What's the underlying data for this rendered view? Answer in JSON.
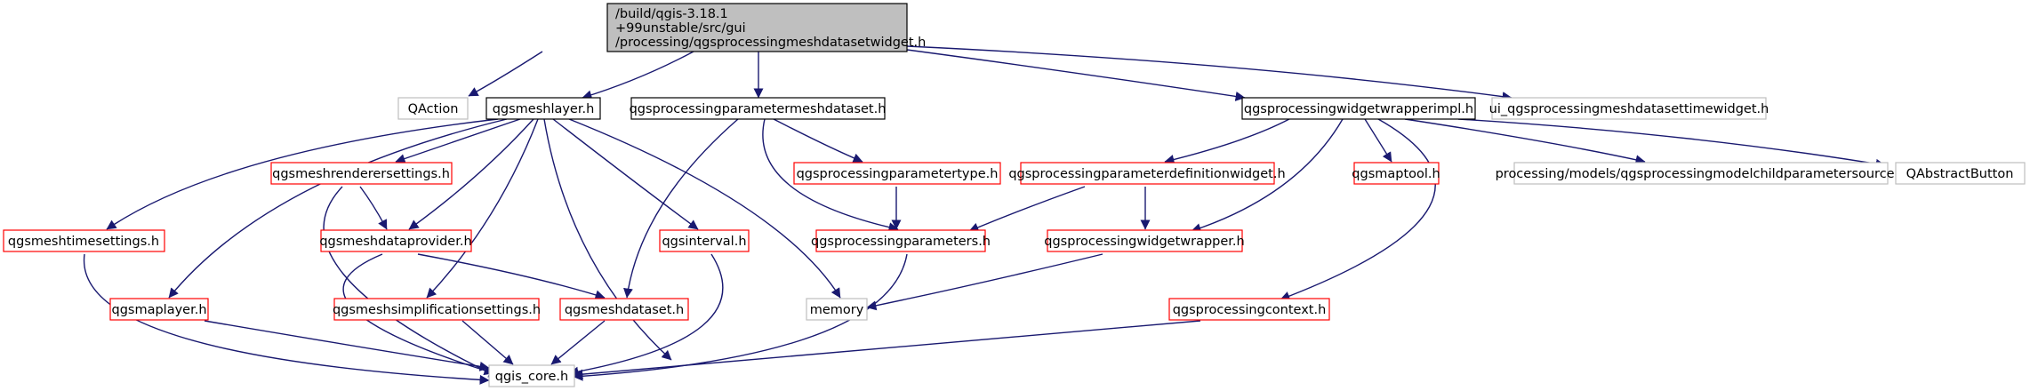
{
  "diagram": {
    "root_lines": [
      "/build/qgis-3.18.1",
      "+99unstable/src/gui",
      "/processing/qgsprocessingmeshdatasetwidget.h"
    ],
    "nodes": {
      "root": "/build/qgis-3.18.1 +99unstable/src/gui /processing/qgsprocessingmeshdatasetwidget.h",
      "qaction": "QAction",
      "qgsmeshlayer": "qgsmeshlayer.h",
      "qgsprocessingparametermeshdataset": "qgsprocessingparametermeshdataset.h",
      "qgsprocessingwidgetwrapperimpl": "qgsprocessingwidgetwrapperimpl.h",
      "ui_qgsprocessingmeshdatasettimewidget": "ui_qgsprocessingmeshdatasettimewidget.h",
      "qgsmeshrenderersettings": "qgsmeshrenderersettings.h",
      "qgsprocessingparametertype": "qgsprocessingparametertype.h",
      "qgsprocessingparameterdefinitionwidget": "qgsprocessingparameterdefinitionwidget.h",
      "qgsmaptool": "qgsmaptool.h",
      "processingmodelchildparametersource": "processing/models/qgsprocessingmodelchildparametersource.h",
      "qabstractbutton": "QAbstractButton",
      "qgsmeshtimesettings": "qgsmeshtimesettings.h",
      "qgsmeshdataprovider": "qgsmeshdataprovider.h",
      "qgsinterval": "qgsinterval.h",
      "qgsprocessingparameters": "qgsprocessingparameters.h",
      "qgsprocessingwidgetwrapper": "qgsprocessingwidgetwrapper.h",
      "qgsmaplayer": "qgsmaplayer.h",
      "qgsmeshsimplificationsettings": "qgsmeshsimplificationsettings.h",
      "qgsmeshdataset": "qgsmeshdataset.h",
      "memory": "memory",
      "qgsprocessingcontext": "qgsprocessingcontext.h",
      "qgis_core": "qgis_core.h"
    },
    "colors": {
      "edge": "#191970",
      "root_fill": "#bfbfbf",
      "root_border": "#000000",
      "primary_border": "#000000",
      "documented_border": "#ff0000",
      "external_border": "#bfbfbf"
    }
  }
}
